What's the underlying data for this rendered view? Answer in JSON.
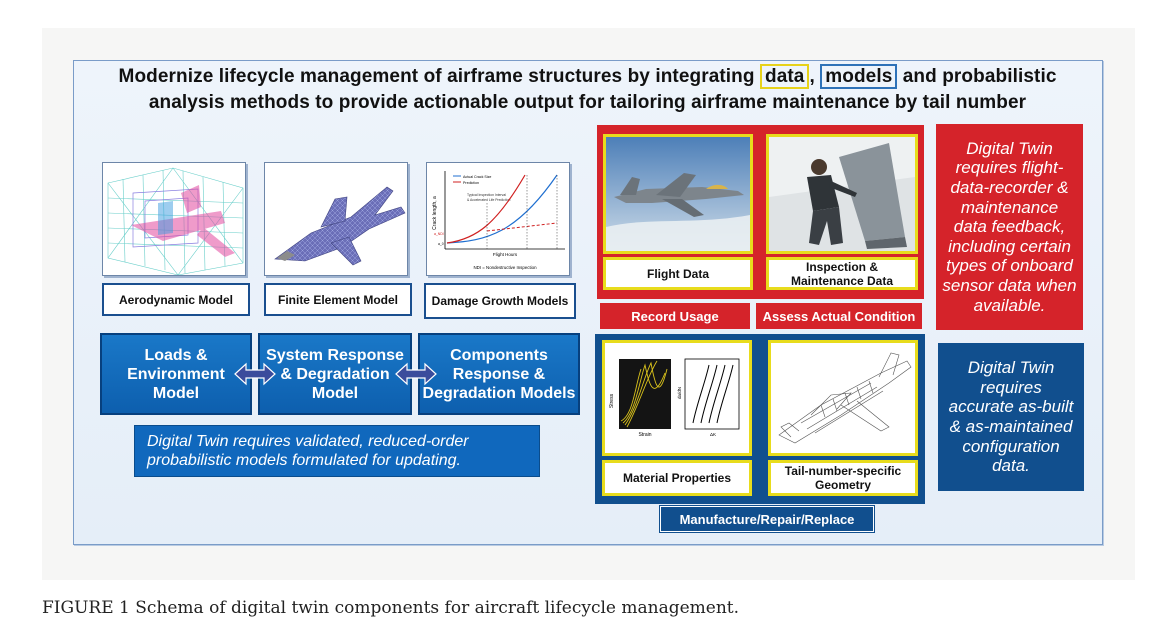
{
  "headline": {
    "line1_prefix": "Modernize lifecycle management  of airframe structures by integrating",
    "highlight_data": "data",
    "comma": ",",
    "highlight_models": "models",
    "line1_suffix": "and probabilistic",
    "line2": "analysis methods to provide actionable output for tailoring airframe maintenance by tail number"
  },
  "models": [
    {
      "label": "Aerodynamic Model"
    },
    {
      "label": "Finite Element Model"
    },
    {
      "label": "Damage Growth Models"
    }
  ],
  "crack_chart": {
    "ylabel": "Crack length, a",
    "xlabel": "Flight Hours",
    "legend_actual": "Actual Crack Size",
    "legend_pred": "Prediction",
    "note_interval": "Typical Inspection Interval",
    "note_damage": "& Accelerated Life Prediction",
    "tick_anhi": "a_NDI",
    "tick_a0": "a_0",
    "footnote": "NDI = Nondestructive Inspection"
  },
  "flow": {
    "box1": "Loads & Environment Model",
    "box2": "System Response & Degradation Model",
    "box3": "Components Response & Degradation Models"
  },
  "validated_note": "Digital Twin requires validated, reduced-order probabilistic models formulated for updating.",
  "data_panel": {
    "flight_data": "Flight Data",
    "inspection": "Inspection & Maintenance Data",
    "record_usage": "Record Usage",
    "assess": "Assess Actual Condition"
  },
  "config_panel": {
    "material": "Material Properties",
    "geometry": "Tail-number-specific Geometry",
    "manufacture": "Manufacture/Repair/Replace",
    "stress_axis": "Stress",
    "strain_axis": "Strain",
    "dadn_axis": "da/dN",
    "dk_axis": "ΔK"
  },
  "red_note": "Digital Twin requires flight-data-recorder & maintenance data feedback, including certain types of onboard sensor data when available.",
  "blue_note": "Digital Twin requires accurate as-built & as-maintained configuration data.",
  "caption": "FIGURE 1 Schema of digital twin components for aircraft lifecycle management.",
  "colors": {
    "red": "#d5232a",
    "navy": "#114f8e",
    "flow_blue": "#0d5fae",
    "highlight_yellow": "#e7d21a",
    "highlight_blue": "#2e72b8"
  }
}
